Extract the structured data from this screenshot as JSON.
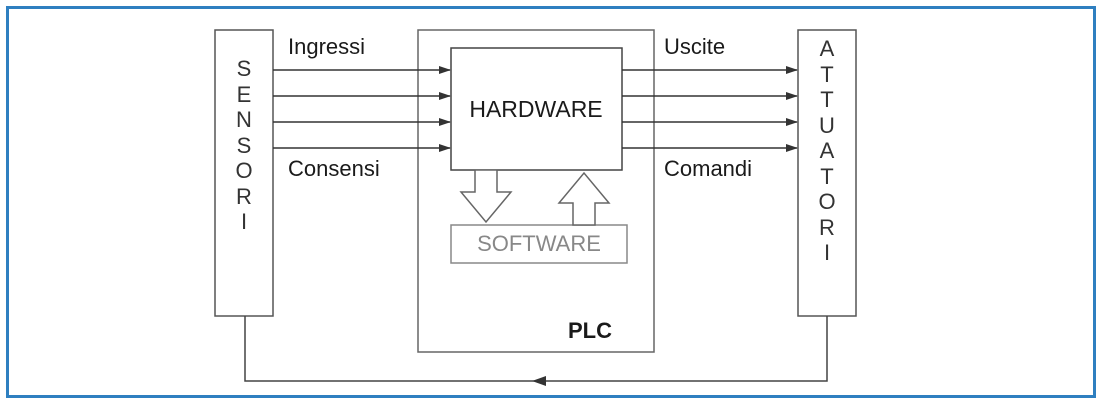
{
  "sensors": {
    "label": "SENSORI"
  },
  "actuators": {
    "label": "ATTUATORI"
  },
  "plc": {
    "label": "PLC",
    "hardware_label": "HARDWARE",
    "software_label": "SOFTWARE"
  },
  "inputs": {
    "top_label": "Ingressi",
    "bottom_label": "Consensi"
  },
  "outputs": {
    "top_label": "Uscite",
    "bottom_label": "Comandi"
  },
  "colors": {
    "border": "#2e7fc0",
    "line": "#333333",
    "software": "#888888"
  }
}
